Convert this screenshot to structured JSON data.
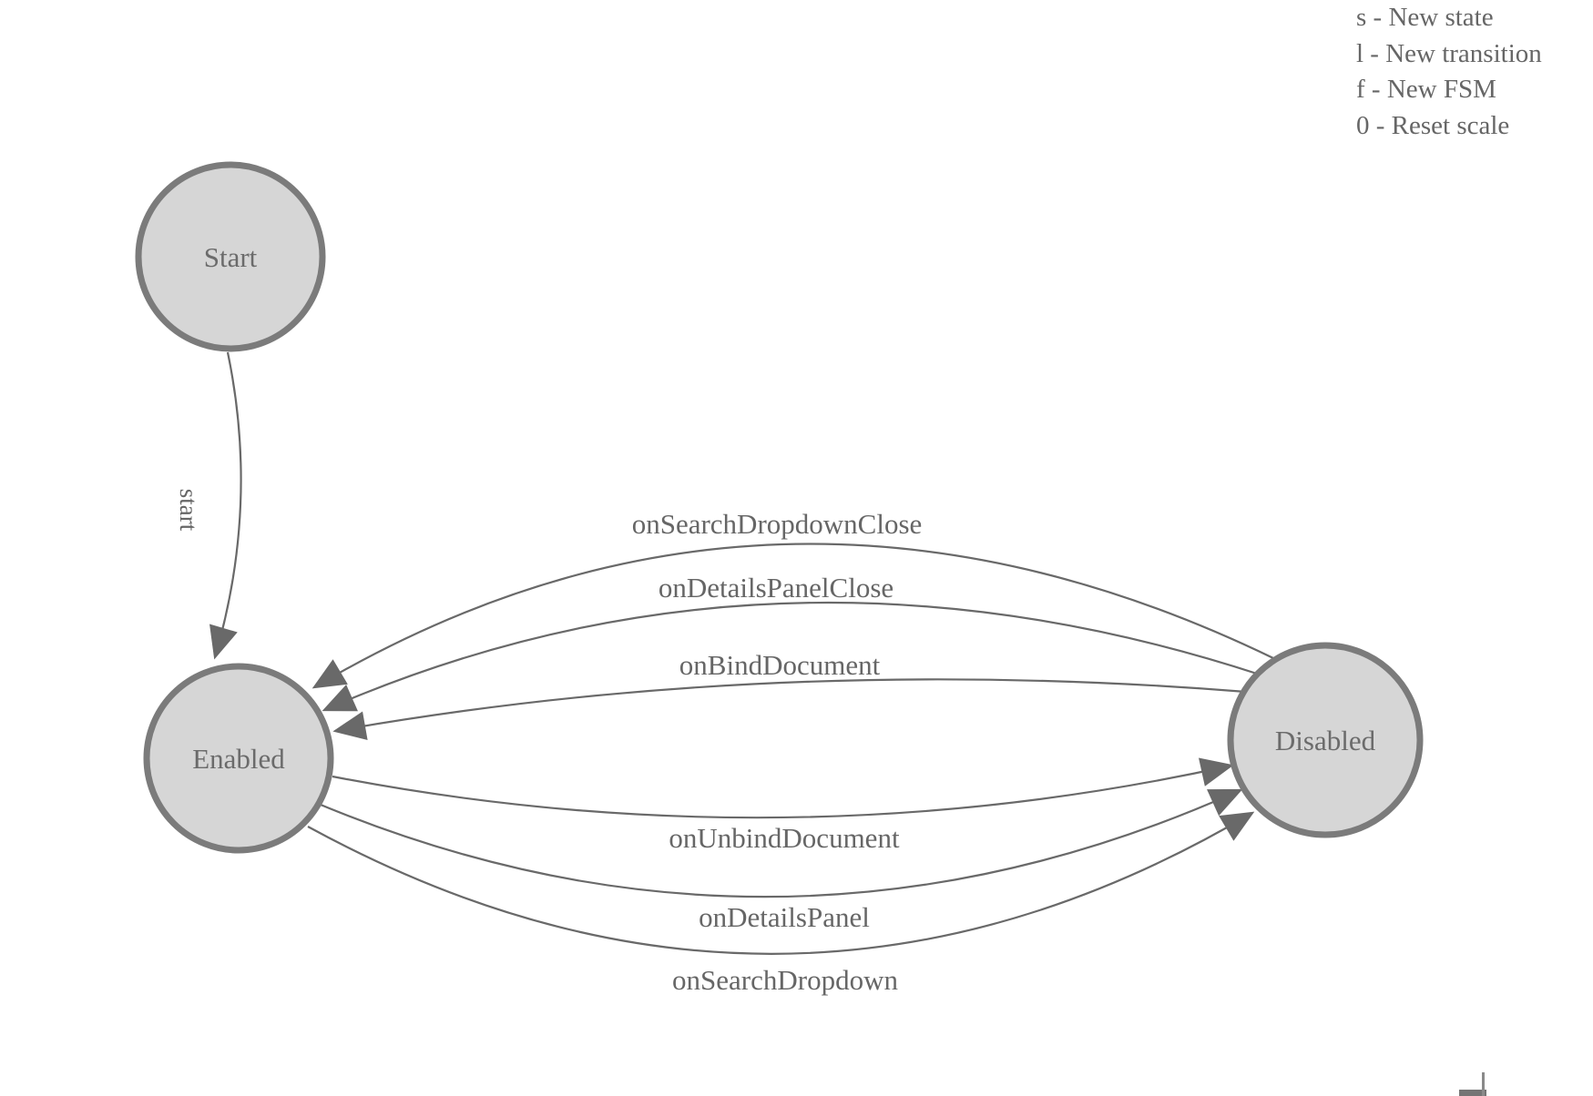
{
  "instructions": {
    "items": [
      {
        "label": "s - New state"
      },
      {
        "label": "l - New transition"
      },
      {
        "label": "f - New FSM"
      },
      {
        "label": "0 - Reset scale"
      }
    ]
  },
  "diagram": {
    "type": "state-machine",
    "colors": {
      "node_fill": "#d6d6d6",
      "node_stroke": "#7b7b7b",
      "edge_stroke": "#696969",
      "arrow_fill": "#696969",
      "label_text": "#666666"
    },
    "nodes": [
      {
        "id": "start",
        "label": "Start"
      },
      {
        "id": "enabled",
        "label": "Enabled"
      },
      {
        "id": "disabled",
        "label": "Disabled"
      }
    ],
    "edges": [
      {
        "from": "start",
        "to": "enabled",
        "label": "start"
      },
      {
        "from": "disabled",
        "to": "enabled",
        "label": "onSearchDropdownClose"
      },
      {
        "from": "disabled",
        "to": "enabled",
        "label": "onDetailsPanelClose"
      },
      {
        "from": "disabled",
        "to": "enabled",
        "label": "onBindDocument"
      },
      {
        "from": "enabled",
        "to": "disabled",
        "label": "onUnbindDocument"
      },
      {
        "from": "enabled",
        "to": "disabled",
        "label": "onDetailsPanel"
      },
      {
        "from": "enabled",
        "to": "disabled",
        "label": "onSearchDropdown"
      }
    ]
  }
}
